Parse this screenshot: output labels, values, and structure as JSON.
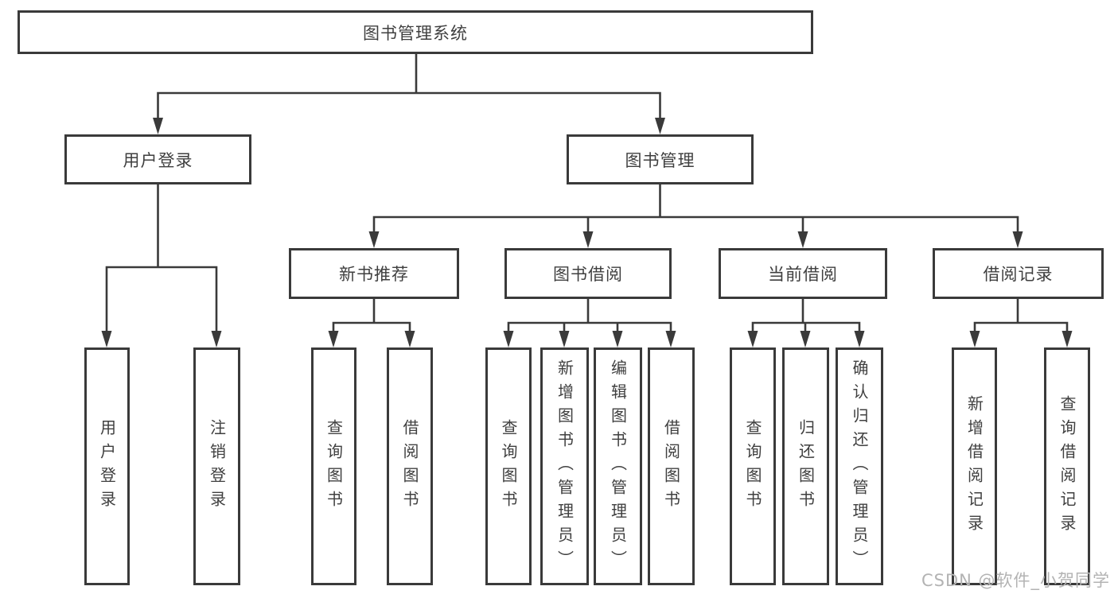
{
  "diagram_title": "图书管理系统",
  "tree": {
    "root_label": "图书管理系统",
    "children": [
      {
        "label": "用户登录",
        "children": [
          "用户登录",
          "注销登录"
        ]
      },
      {
        "label": "图书管理",
        "children": [
          {
            "label": "新书推荐",
            "children": [
              "查询图书",
              "借阅图书"
            ]
          },
          {
            "label": "图书借阅",
            "children": [
              "查询图书",
              "新增图书（管理员）",
              "编辑图书（管理员）",
              "借阅图书"
            ]
          },
          {
            "label": "当前借阅",
            "children": [
              "查询图书",
              "归还图书",
              "确认归还（管理员）"
            ]
          },
          {
            "label": "借阅记录",
            "children": [
              "新增借阅记录",
              "查询借阅记录"
            ]
          }
        ]
      }
    ]
  },
  "watermark": {
    "text": "CSDN @软件_小贺同学"
  },
  "colors": {
    "line": "#3a3a3a",
    "box_border": "#3a3a3a",
    "text": "#3f3f3f",
    "watermark": "#b3b3b3",
    "background": "#ffffff"
  }
}
